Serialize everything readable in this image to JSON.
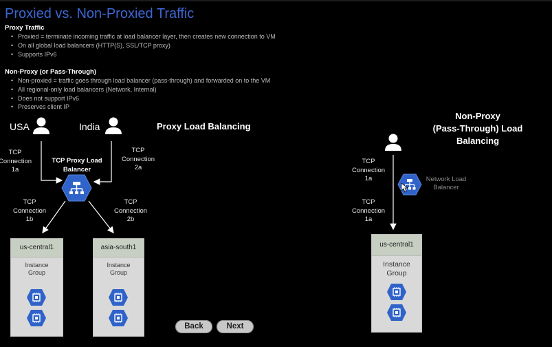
{
  "slide": {
    "title": "Proxied vs. Non-Proxied Traffic",
    "proxy_section": {
      "heading": "Proxy Traffic",
      "bullets": [
        "Proxied = terminate incoming traffic at load balancer layer, then creates new connection to VM",
        "On all global load balancers (HTTP(S), SSL/TCP proxy)",
        "Supports IPv6"
      ]
    },
    "nonproxy_section": {
      "heading": "Non-Proxy (or Pass-Through)",
      "bullets": [
        "Non-proxied = traffic goes through load balancer (pass-through) and forwarded on to the VM",
        "All regional-only load balancers (Network, Internal)",
        "Does not support IPv6",
        "Preserves client IP"
      ]
    }
  },
  "proxy_diagram": {
    "title": "Proxy Load Balancing",
    "user_left": "USA",
    "user_right": "India",
    "lb_label": [
      "TCP Proxy Load",
      "Balancer"
    ],
    "conn_1a": [
      "TCP",
      "Connection",
      "1a"
    ],
    "conn_2a": [
      "TCP",
      "Connection",
      "2a"
    ],
    "conn_1b": [
      "TCP",
      "Connection",
      "1b"
    ],
    "conn_2b": [
      "TCP",
      "Connection",
      "2b"
    ],
    "region_left": {
      "name": "us-central1",
      "group": [
        "Instance",
        "Group"
      ]
    },
    "region_right": {
      "name": "asia-south1",
      "group": [
        "Instance",
        "Group"
      ]
    }
  },
  "nonproxy_diagram": {
    "title": [
      "Non-Proxy",
      "(Pass-Through) Load",
      "Balancing"
    ],
    "conn_top": [
      "TCP",
      "Connection",
      "1a"
    ],
    "conn_bottom": [
      "TCP",
      "Connection",
      "1a"
    ],
    "lb_label": [
      "Network Load",
      "Balancer"
    ],
    "region": {
      "name": "us-central1",
      "group": [
        "Instance",
        "Group"
      ]
    }
  },
  "nav": {
    "back_label": "Back",
    "next_label": "Next"
  },
  "icons": {
    "person": "person-icon",
    "load_balancer": "load-balancer-icon",
    "compute": "compute-chip-icon"
  },
  "colors": {
    "title": "#3d66d3",
    "hex_blue": "#2f63c9",
    "box_bg": "#d9d9d9"
  }
}
